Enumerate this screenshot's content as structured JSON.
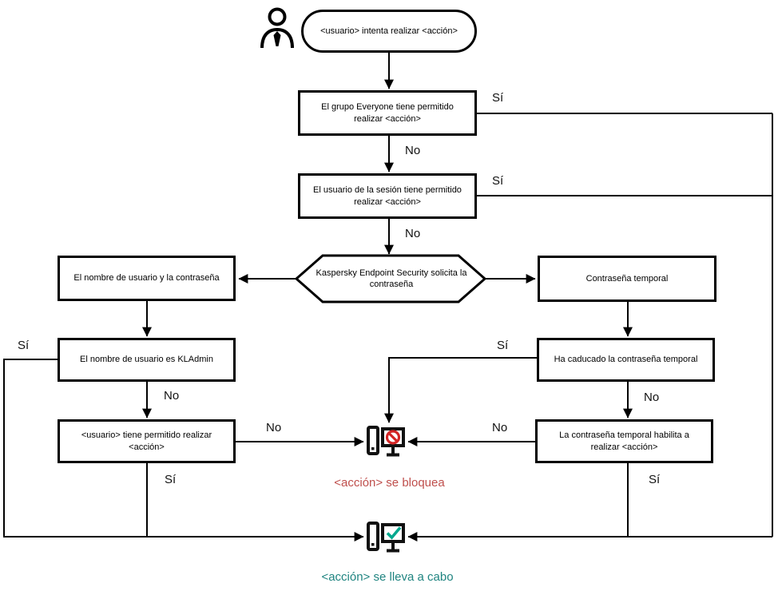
{
  "diagram": {
    "start_label": "<usuario> intenta realizar <acción>",
    "nodes": {
      "everyone_allowed": "El grupo Everyone tiene permitido realizar <acción>",
      "session_user_allowed": "El usuario de la sesión tiene permitido realizar <acción>",
      "kes_prompts_password": "Kaspersky Endpoint Security solicita la contraseña",
      "username_password": "El nombre de usuario y la contraseña",
      "temporary_password": "Contraseña temporal",
      "username_is_kladmin": "El nombre de usuario es KLAdmin",
      "user_allowed_action": "<usuario> tiene permitido realizar <acción>",
      "temp_password_expired": "Ha caducado la contraseña temporal",
      "temp_password_allows": "La contraseña temporal habilita a realizar <acción>"
    },
    "edge_labels": {
      "yes": "Sí",
      "no": "No"
    },
    "outcomes": {
      "blocked": {
        "label": "<acción> se bloquea",
        "text_color": "#bf4f4c",
        "icon_color": "#d32525"
      },
      "allowed": {
        "label": "<acción> se lleva a cabo",
        "text_color": "#1f8480",
        "icon_color": "#00a88e"
      }
    },
    "line_color": "#000000"
  }
}
